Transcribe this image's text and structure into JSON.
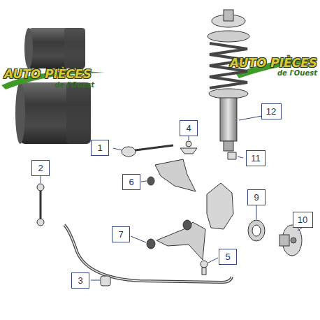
{
  "diagram": {
    "nodes": [
      {
        "text": [
          "12"
        ]
      },
      {
        "text": [
          "4"
        ]
      },
      {
        "text": [
          "1"
        ]
      },
      {
        "text": [
          "11"
        ]
      },
      {
        "text": [
          "2"
        ]
      },
      {
        "text": [
          "6"
        ]
      },
      {
        "text": [
          "9"
        ]
      },
      {
        "text": [
          "10"
        ]
      },
      {
        "text": [
          "7"
        ]
      },
      {
        "text": [
          "5"
        ]
      },
      {
        "text": [
          "3"
        ]
      }
    ],
    "labels": [
      "AUTO PIÈCES",
      "de l'Ouest",
      "AUTO PIÈCES",
      "de l'Ouest"
    ]
  }
}
